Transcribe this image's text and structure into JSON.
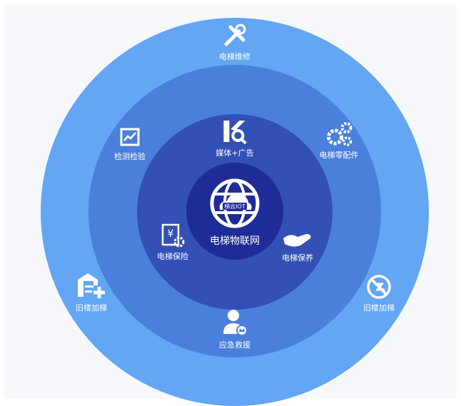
{
  "center": {
    "logo_text": "梯云IOT",
    "label": "电梯物联网"
  },
  "items": [
    {
      "label": "电梯维修",
      "icon": "tools-icon"
    },
    {
      "label": "检测检验",
      "icon": "chart-report-icon"
    },
    {
      "label": "媒体+广告",
      "icon": "media-search-icon"
    },
    {
      "label": "电梯零配件",
      "icon": "gears-icon"
    },
    {
      "label": "电梯保险",
      "icon": "insurance-icon"
    },
    {
      "label": "电梯保养",
      "icon": "hand-care-icon"
    },
    {
      "label": "旧楼加梯",
      "icon": "building-add-icon"
    },
    {
      "label": "旧楼加梯",
      "icon": "no-elevator-icon"
    },
    {
      "label": "应急救援",
      "icon": "user-rescue-icon"
    }
  ],
  "colors": {
    "outer": "#62a6f4",
    "ring2": "#4a80dc",
    "ring3": "#3350b6",
    "inner": "#1f2c98"
  }
}
